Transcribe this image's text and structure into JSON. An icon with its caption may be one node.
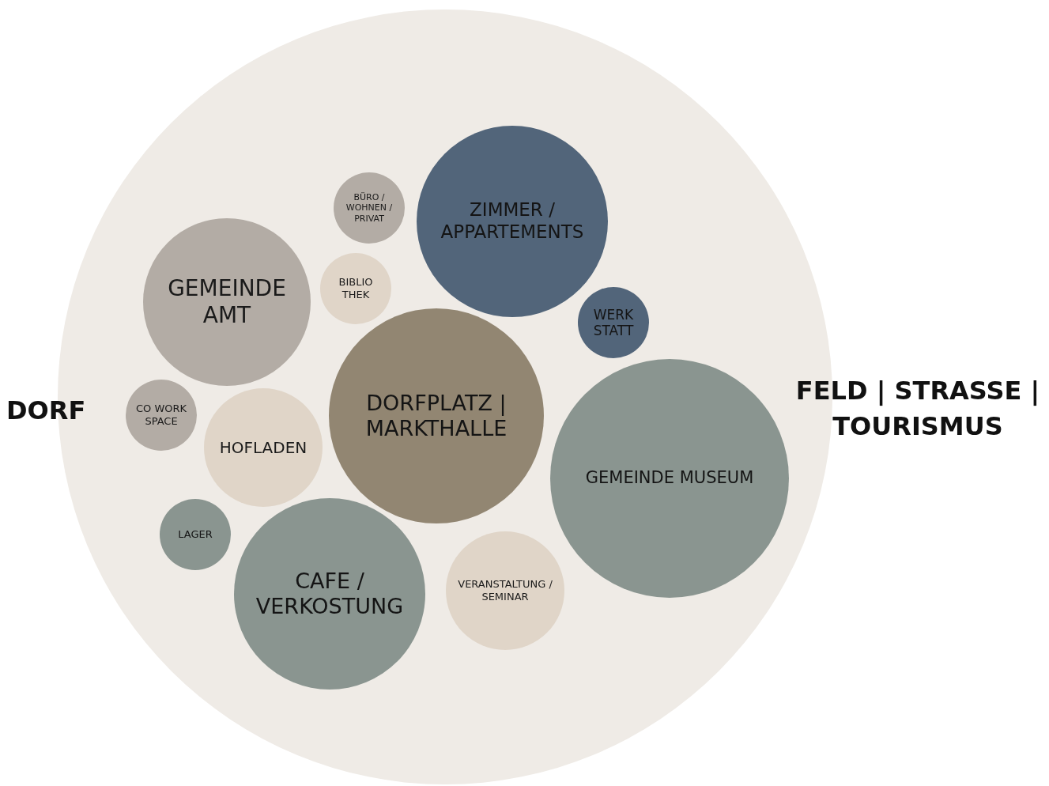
{
  "diagram": {
    "nodes": [
      {
        "text": [],
        "shape": "circle"
      },
      {
        "text": [
          "BÜRO / WOHNEN / PRIVAT"
        ],
        "in": 0
      },
      {
        "text": [
          "ZIMMER / APPARTEMENTS"
        ],
        "in": 0
      },
      {
        "text": [
          "GEMEINDE AMT"
        ],
        "in": 0
      },
      {
        "text": [
          "BIBLIO THEK"
        ],
        "in": 0
      },
      {
        "text": [
          "WERK STATT"
        ],
        "in": 0
      },
      {
        "text": [
          "DORFPLATZ | MARKTHALLE"
        ],
        "in": 0
      },
      {
        "text": [
          "CO WORK SPACE"
        ],
        "in": 0
      },
      {
        "text": [
          "HOFLADEN"
        ],
        "in": 0
      },
      {
        "text": [
          "GEMEINDE MUSEUM"
        ],
        "in": 0
      },
      {
        "text": [
          "LAGER"
        ],
        "in": 0
      },
      {
        "text": [
          "VERANSTALTUNG / SEMINAR"
        ],
        "in": 0
      },
      {
        "text": [
          "CAFE / VERKOSTUNG"
        ],
        "in": 0
      }
    ],
    "labels": [
      "DORF",
      "FELD | STRASSE | TOURISMUS"
    ]
  }
}
